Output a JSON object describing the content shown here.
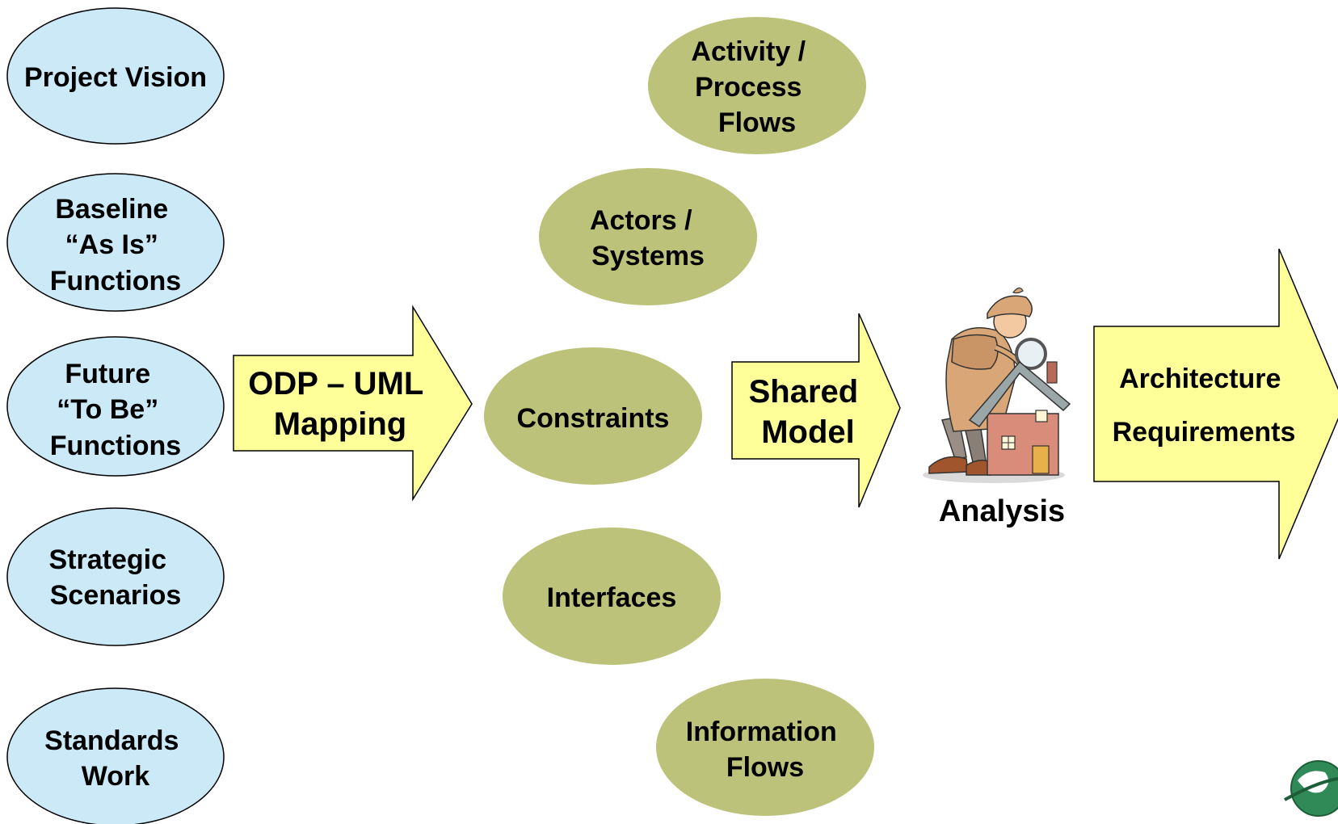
{
  "inputs": [
    {
      "id": "project-vision",
      "lines": [
        "Project Vision"
      ]
    },
    {
      "id": "baseline-functions",
      "lines": [
        "Baseline",
        "“As Is”",
        "Functions"
      ]
    },
    {
      "id": "future-functions",
      "lines": [
        "Future",
        "“To Be”",
        "Functions"
      ]
    },
    {
      "id": "strategic-scenarios",
      "lines": [
        "Strategic",
        "Scenarios"
      ]
    },
    {
      "id": "standards-work",
      "lines": [
        "Standards",
        "Work"
      ]
    }
  ],
  "model_elements": [
    {
      "id": "activity-process-flows",
      "lines": [
        "Activity /",
        "Process",
        "Flows"
      ]
    },
    {
      "id": "actors-systems",
      "lines": [
        "Actors /",
        "Systems"
      ]
    },
    {
      "id": "constraints",
      "lines": [
        "Constraints"
      ]
    },
    {
      "id": "interfaces",
      "lines": [
        "Interfaces"
      ]
    },
    {
      "id": "information-flows",
      "lines": [
        "Information",
        "Flows"
      ]
    }
  ],
  "arrows": {
    "mapping": {
      "lines": [
        "ODP – UML",
        "Mapping"
      ]
    },
    "shared_model": {
      "lines": [
        "Shared",
        "Model"
      ]
    },
    "output": {
      "lines": [
        "Architecture",
        "Requirements"
      ]
    }
  },
  "analysis": {
    "label": "Analysis",
    "icon": "detective-inspecting-house-icon"
  },
  "corner_logo": "globe-logo-icon",
  "colors": {
    "input_fill": "#cce9f8",
    "model_fill": "#bdc27a",
    "arrow_fill": "#ffff99",
    "outline": "#000000"
  }
}
